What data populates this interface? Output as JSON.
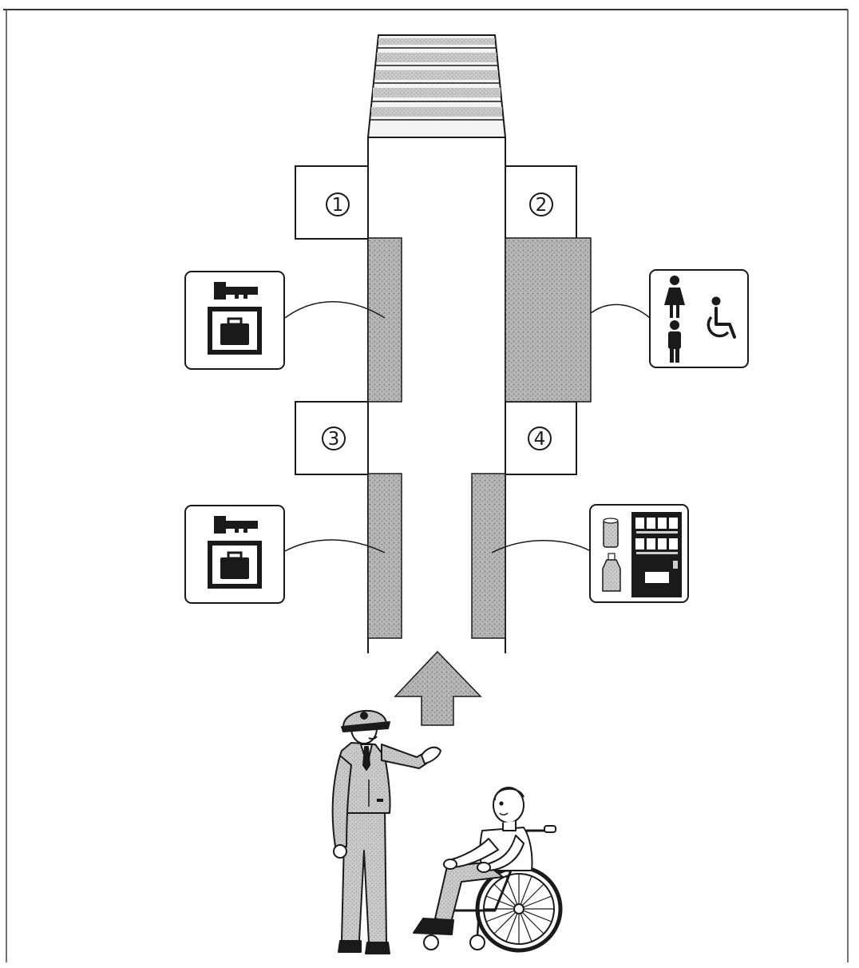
{
  "diagram": {
    "rooms": [
      {
        "id": "room-1",
        "label": "1"
      },
      {
        "id": "room-2",
        "label": "2"
      },
      {
        "id": "room-3",
        "label": "3"
      },
      {
        "id": "room-4",
        "label": "4"
      }
    ],
    "facilities": [
      {
        "id": "locker-upper-left",
        "icon": "coin-locker-icon"
      },
      {
        "id": "restroom-upper-right",
        "icon": "restroom-accessible-icon"
      },
      {
        "id": "locker-lower-left",
        "icon": "coin-locker-icon"
      },
      {
        "id": "vending-lower-right",
        "icon": "vending-machine-icon"
      }
    ],
    "direction": "up",
    "people": [
      "station-staff",
      "wheelchair-user"
    ],
    "colors": {
      "line": "#1a1a1a",
      "shade": "#a9a9a9",
      "paper": "#ffffff"
    }
  }
}
